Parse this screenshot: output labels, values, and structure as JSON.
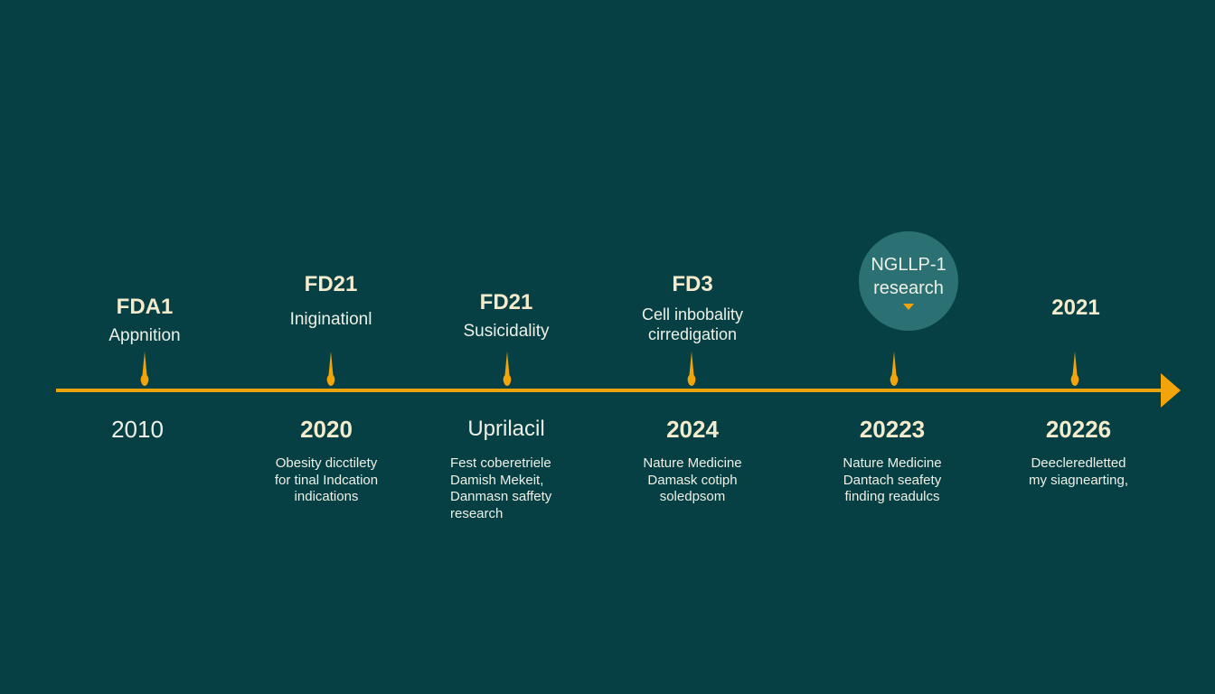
{
  "colors": {
    "background": "#064044",
    "accent": "#e9a40c",
    "bubble": "#2b7174",
    "text": "#f3ebcc"
  },
  "timeline": {
    "events": [
      {
        "top_title": "FDA1",
        "top_subtitle": "Appnition",
        "year": "2010",
        "description": []
      },
      {
        "top_title": "FD21",
        "top_subtitle": "Iniginationl",
        "year": "2020",
        "description": [
          "Obesity dicctilety",
          "for tinal Indcation",
          "indications"
        ]
      },
      {
        "top_title": "FD21",
        "top_subtitle": "Susicidality",
        "year": "Uprilacil",
        "description": [
          "Fest coberetriele",
          "Damish Mekeit,",
          "Danmasn saffety",
          "research"
        ]
      },
      {
        "top_title": "FD3",
        "top_subtitle_lines": [
          "Cell inbobality",
          "cirredigation"
        ],
        "year": "2024",
        "description": [
          "Nature Medicine",
          "Damask cotiph",
          "soledpsom"
        ]
      },
      {
        "bubble_lines": [
          "NGLLP-1",
          "research"
        ],
        "year": "20223",
        "description": [
          "Nature Medicine",
          "Dantach seafety",
          "finding readulcs"
        ]
      },
      {
        "top_title": "2021",
        "year": "20226",
        "description": [
          "Deecleredletted",
          "my siagnearting,"
        ]
      }
    ]
  }
}
